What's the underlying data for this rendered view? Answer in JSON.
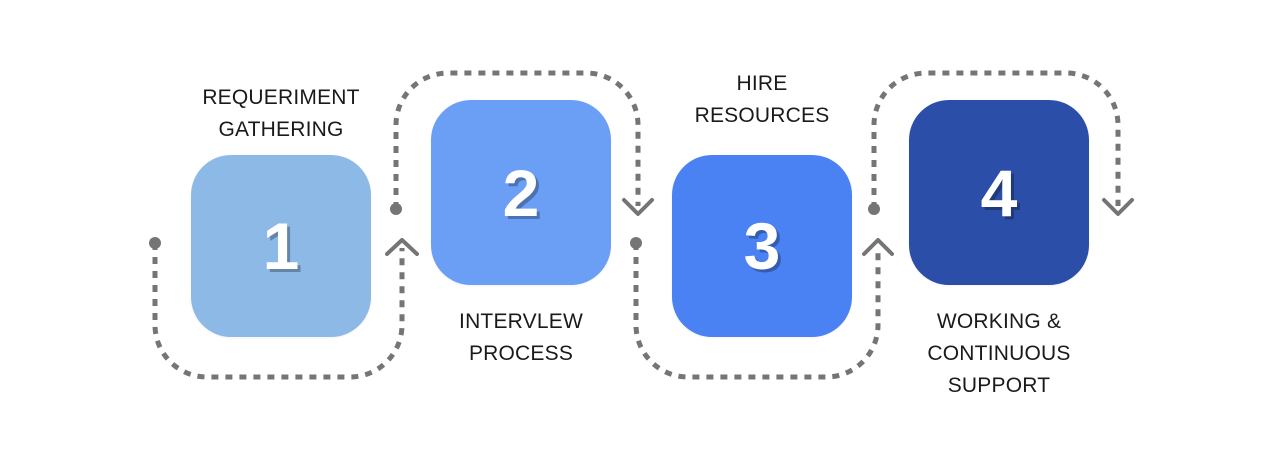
{
  "steps": [
    {
      "number": "1",
      "label_lines": [
        "REQUERIMENT",
        "GATHERING"
      ],
      "color": "#8DB9E6"
    },
    {
      "number": "2",
      "label_lines": [
        "INTERVLEW",
        "PROCESS"
      ],
      "color": "#6B9EF5"
    },
    {
      "number": "3",
      "label_lines": [
        "HIRE",
        "RESOURCES"
      ],
      "color": "#4A82F3"
    },
    {
      "number": "4",
      "label_lines": [
        "WORKING &",
        "CONTINUOUS",
        "SUPPORT"
      ],
      "color": "#2B4FA8"
    }
  ],
  "connector_color": "#757575"
}
